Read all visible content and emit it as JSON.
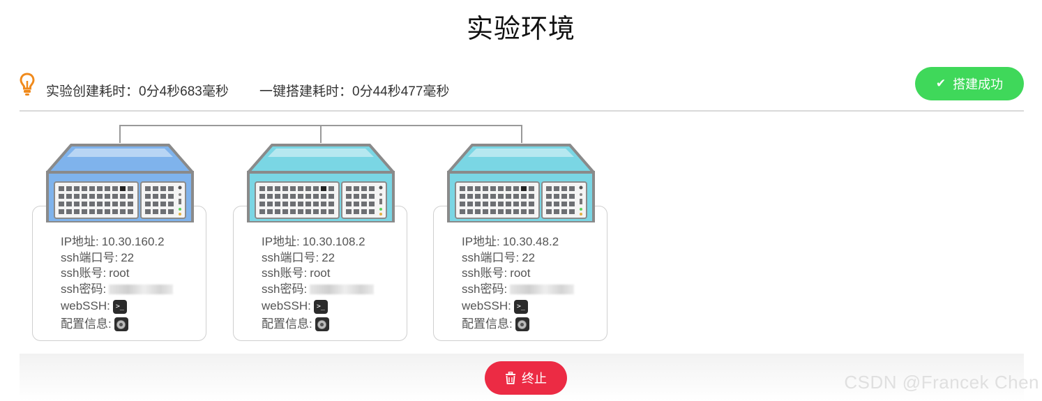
{
  "page_title": "实验环境",
  "stats": {
    "create_time": "实验创建耗时：0分4秒683毫秒",
    "build_time": "一键搭建耗时：0分44秒477毫秒"
  },
  "status_button": {
    "label": "搭建成功",
    "icon": "check-icon",
    "color": "#3fd85a"
  },
  "hosts": [
    {
      "ip_label": "IP地址:",
      "ip": "10.30.160.2",
      "port_label": "ssh端口号:",
      "port": "22",
      "account_label": "ssh账号:",
      "account": "root",
      "password_label": "ssh密码:",
      "webssh_label": "webSSH:",
      "config_label": "配置信息:",
      "server_color": "#7fb3ec"
    },
    {
      "ip_label": "IP地址:",
      "ip": "10.30.108.2",
      "port_label": "ssh端口号:",
      "port": "22",
      "account_label": "ssh账号:",
      "account": "root",
      "password_label": "ssh密码:",
      "webssh_label": "webSSH:",
      "config_label": "配置信息:",
      "server_color": "#7ad6e4"
    },
    {
      "ip_label": "IP地址:",
      "ip": "10.30.48.2",
      "port_label": "ssh端口号:",
      "port": "22",
      "account_label": "ssh账号:",
      "account": "root",
      "password_label": "ssh密码:",
      "webssh_label": "webSSH:",
      "config_label": "配置信息:",
      "server_color": "#7ad6e4"
    }
  ],
  "stop_button": {
    "label": "终止",
    "icon": "trash-icon",
    "color": "#ec2b44"
  },
  "watermark": "CSDN @Francek Chen"
}
